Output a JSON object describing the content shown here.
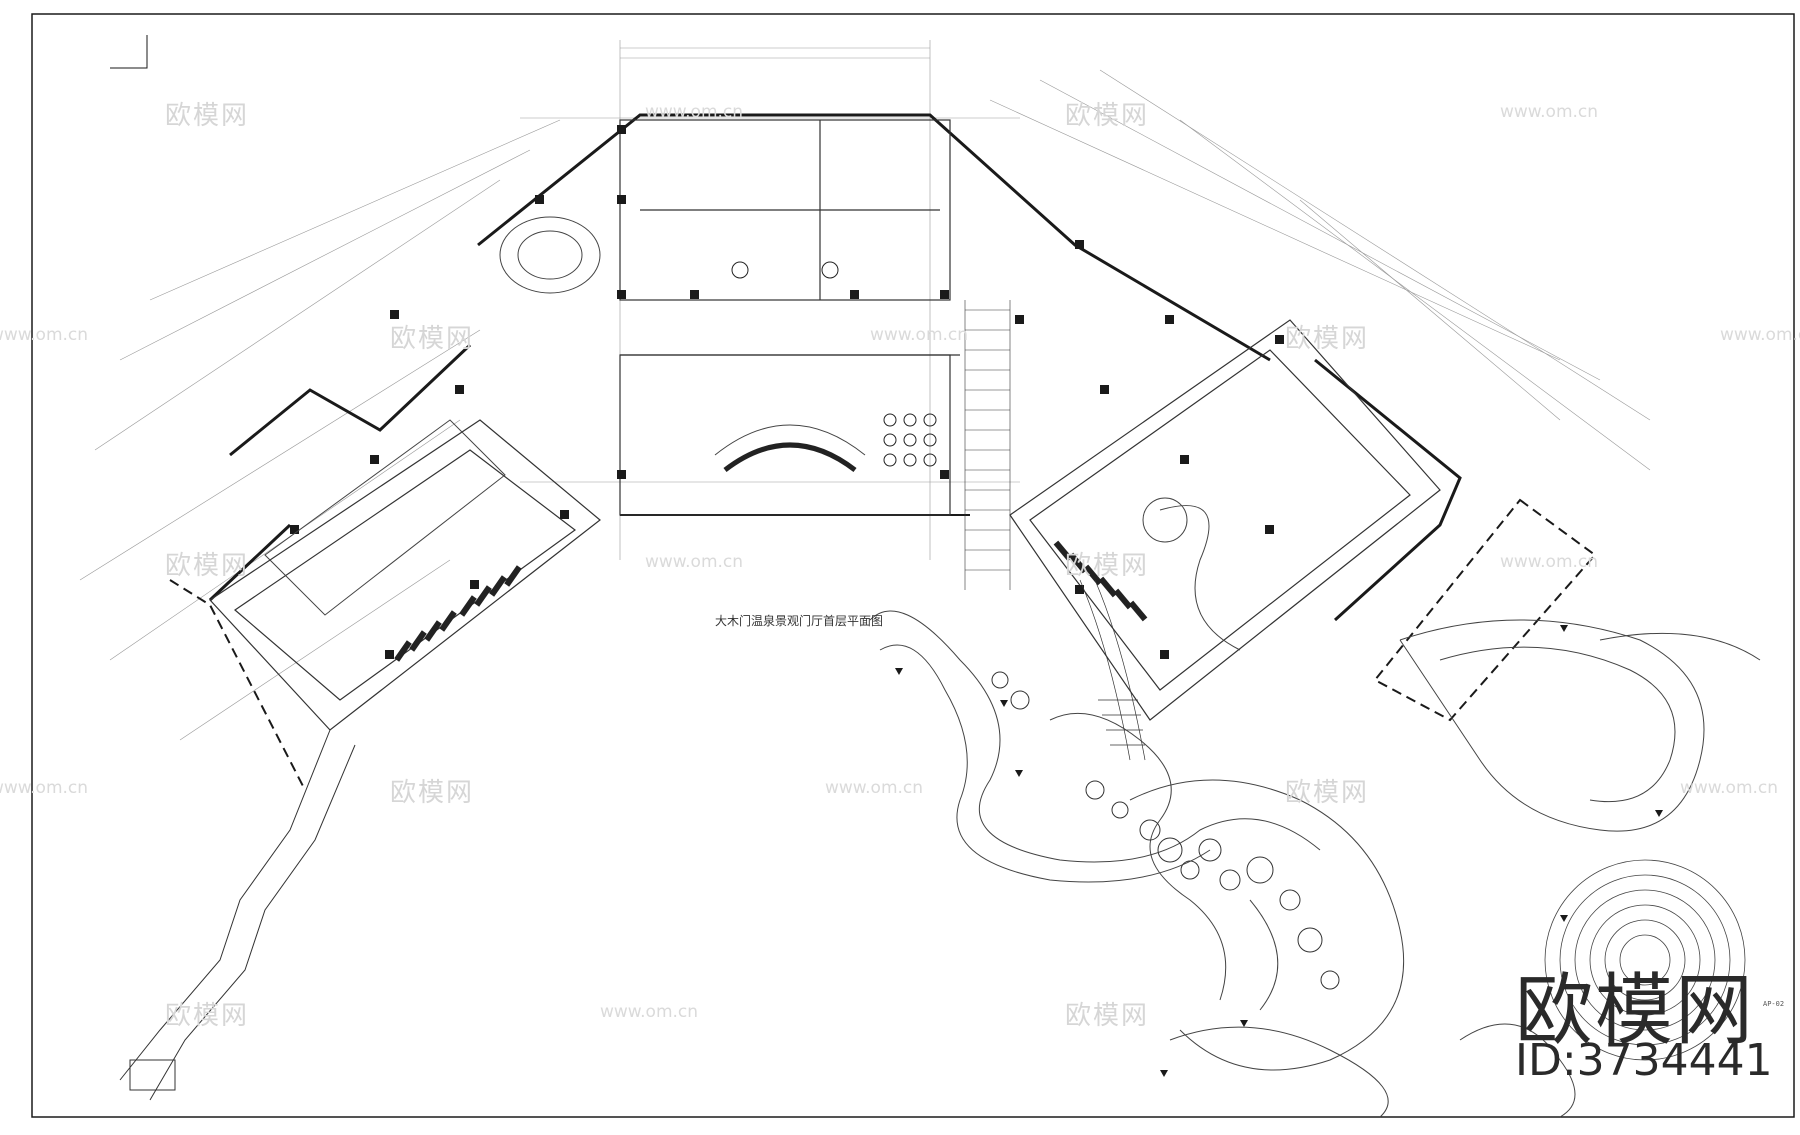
{
  "drawing": {
    "plan_title": "大木门温泉景观门厅首层平面图",
    "plan_subtitle": "",
    "sheet_number": "AP-02"
  },
  "watermark": {
    "brand": "欧模网",
    "url": "www.om.cn",
    "id_label": "ID:3734441"
  },
  "colors": {
    "line": "#1a1a1a",
    "thin_line": "#555555",
    "watermark": "#d6d6d6",
    "background": "#ffffff"
  }
}
